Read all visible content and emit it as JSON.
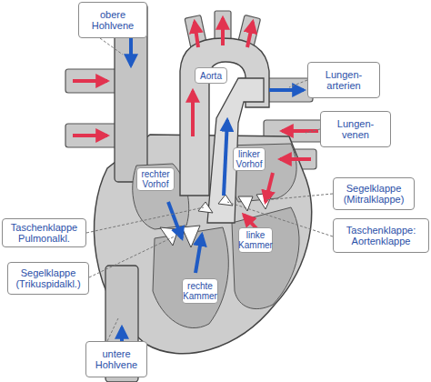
{
  "diagram": {
    "nodes": [
      {
        "text": [
          "obere Hohlvene"
        ]
      },
      {
        "text": [
          "Aorta"
        ]
      },
      {
        "text": [
          "Lungen- arterien"
        ]
      },
      {
        "text": [
          "Lungen- venen"
        ]
      },
      {
        "text": [
          "linker Vorhof"
        ]
      },
      {
        "text": [
          "rechter Vorhof"
        ]
      },
      {
        "text": [
          "Segelklappe (Mitralklappe)"
        ]
      },
      {
        "text": [
          "Taschenklappe Pulmonalkl."
        ]
      },
      {
        "text": [
          "Taschenklappe: Aortenklappe"
        ]
      },
      {
        "text": [
          "linke Kammer"
        ]
      },
      {
        "text": [
          "rechte Kammer"
        ]
      },
      {
        "text": [
          "Segelklappe (Trikuspidalkl.)"
        ]
      },
      {
        "text": [
          "untere Hohlvene"
        ]
      }
    ]
  }
}
